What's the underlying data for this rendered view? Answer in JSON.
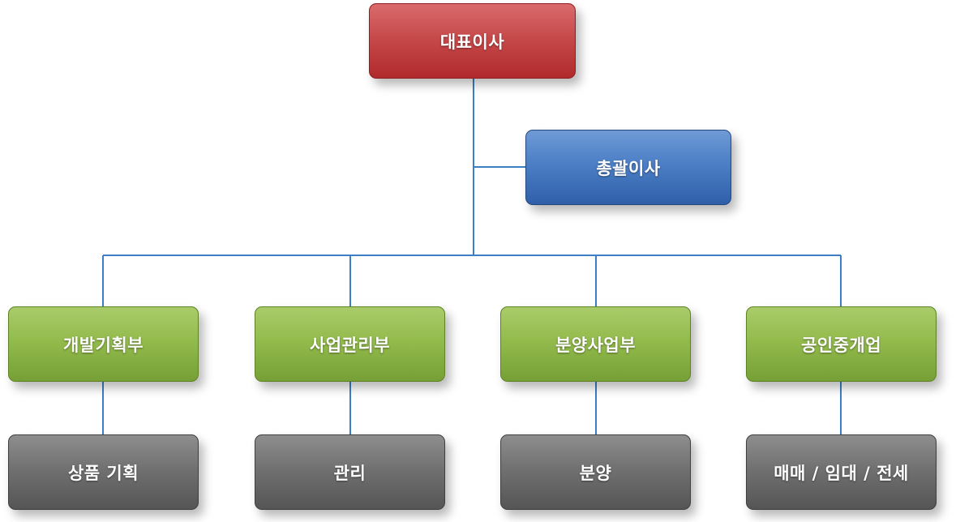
{
  "chart": {
    "top": "대표이사",
    "assistant": "총괄이사",
    "departments": [
      {
        "name": "개발기획부",
        "task": "상품 기획"
      },
      {
        "name": "사업관리부",
        "task": "관리"
      },
      {
        "name": "분양사업부",
        "task": "분양"
      },
      {
        "name": "공인중개업",
        "task": "매매 / 임대 / 전세"
      }
    ]
  },
  "colors": {
    "top": "#c0393b",
    "assistant": "#3f70b9",
    "department": "#8bb443",
    "task": "#6b6b6b",
    "connector": "#3d7fc4"
  }
}
